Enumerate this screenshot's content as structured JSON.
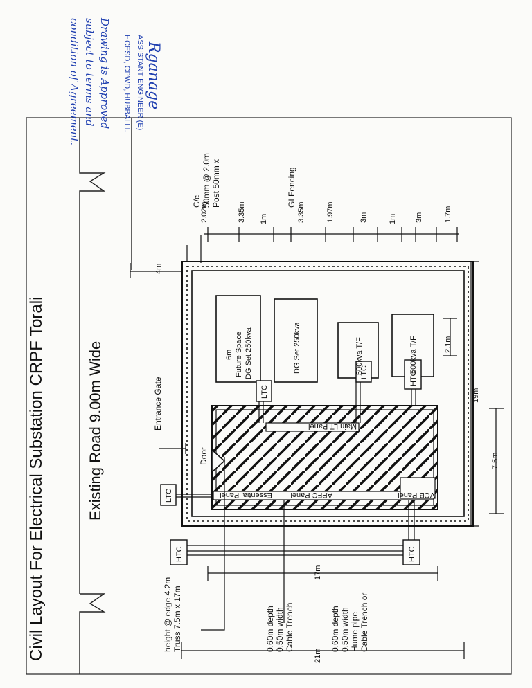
{
  "stamp": {
    "signature": "Rganage",
    "office_line1": "ASSISTANT ENGINEER (E)",
    "office_line2": "HCESD, CPWD, HUBBALLI."
  },
  "handwritten_note": {
    "line1": "Drawing is Approved",
    "line2": "subject to terms and",
    "line3": "condition of Agreement."
  },
  "title": "Civil Layout For Electrical Substation CRPF Torali",
  "road_label": "Existing Road 9.00m Wide",
  "labels": {
    "gi_fencing": "GI Fencing",
    "post_line1": "Post 50mm x",
    "post_line2": "50mm @ 2.0m",
    "post_line3": "C/c",
    "entrance_gate": "Entrance Gate",
    "door": "Door",
    "transformer1": "500kva T/F",
    "transformer2": "500kva T/F",
    "dg_set1": "DG Set 250kva",
    "dg_set2_line1": "DG Set 250kva",
    "dg_set2_line2": "Future Space",
    "dg_set2_line3": "6m",
    "main_lt_panel": "Main LT Panel",
    "essential_panel": "Essential Panel",
    "apfc_panel": "APFC Panel",
    "vcb_panel": "VCB Panel",
    "ltc": "LTC",
    "htc": "HTC",
    "cable_trench_hume_line1": "Cable Trench or",
    "cable_trench_hume_line2": "Hume pipe",
    "cable_trench_hume_line3": "0.50m width",
    "cable_trench_hume_line4": "0.60m depth",
    "cable_trench_line1": "Cable Trench",
    "cable_trench_line2": "0.50m width",
    "cable_trench_line3": "0.60m depth",
    "truss_line1": "Truss 7.5m x 17m",
    "truss_line2": "height @ edge 4.2m"
  },
  "dimensions": {
    "d19": "19m",
    "d7_5": "7.5m",
    "d4": "4m",
    "d17": "17m",
    "d21": "21m",
    "d2_1": "2.1m",
    "chain": [
      "1.7m",
      "3m",
      "1m",
      "3m",
      "1.97m",
      "3.35m",
      "1m",
      "3.35m",
      "2.02m"
    ]
  }
}
